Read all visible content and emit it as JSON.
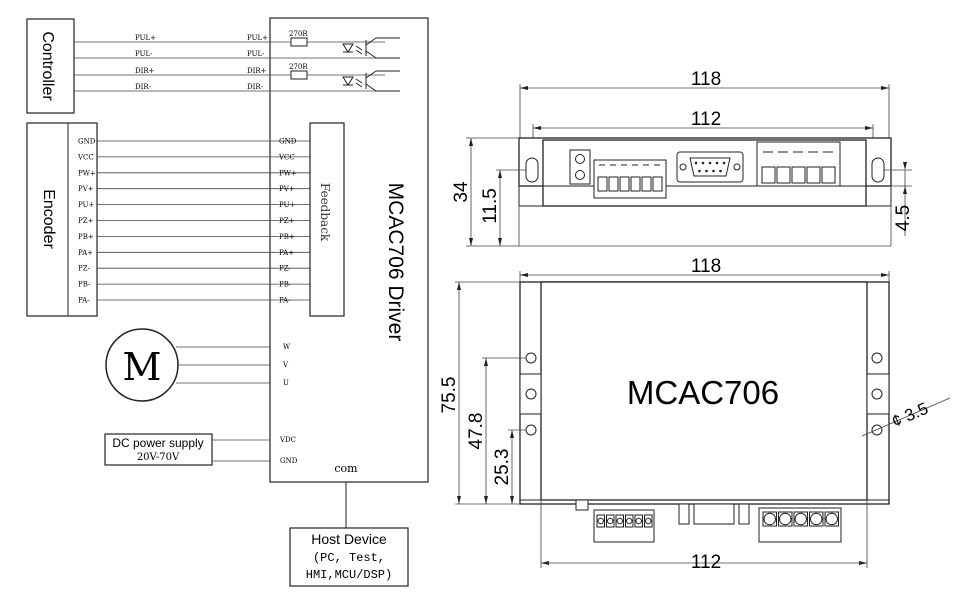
{
  "wiring": {
    "controller_label": "Controller",
    "encoder_label": "Encoder",
    "driver_label": "MCAC706 Driver",
    "feedback_label": "Feedback",
    "motor_label": "M",
    "com_label": "com",
    "controller_signals_left": [
      "PUL+",
      "PUL-",
      "DIR+",
      "DIR-"
    ],
    "controller_signals_right": [
      "PUL+",
      "PUL-",
      "DIR+",
      "DIR-"
    ],
    "resistor_label": "270R",
    "encoder_signals": [
      "GND",
      "VCC",
      "PW+",
      "PV+",
      "PU+",
      "PZ+",
      "PB+",
      "PA+",
      "PZ-",
      "PB-",
      "PA-"
    ],
    "motor_terminals": [
      "W",
      "V",
      "U"
    ],
    "power_label": "DC power supply",
    "power_range": "20V-70V",
    "power_terminals": [
      "VDC",
      "GND"
    ],
    "host_title": "Host Device",
    "host_line2": "(PC, Test,",
    "host_line3": "HMI,MCU/DSP)"
  },
  "front_view": {
    "overall_width": "118",
    "hole_spacing": "112",
    "height": "34",
    "hole_height": "11.5",
    "thickness": "4.5"
  },
  "top_view": {
    "overall_width": "118",
    "body_width": "112",
    "depth": "75.5",
    "hole_row_2": "47.8",
    "hole_row_1": "25.3",
    "hole_diameter": "¢ 3.5",
    "model_label": "MCAC706"
  }
}
